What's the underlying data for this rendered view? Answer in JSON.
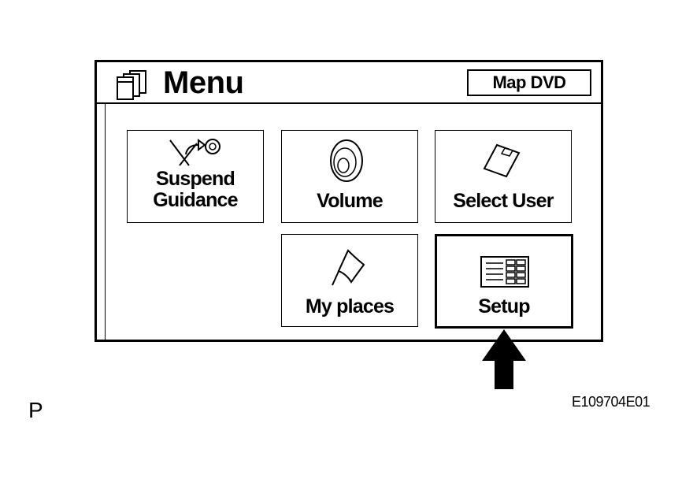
{
  "header": {
    "title": "Menu",
    "title_icon": "menu-pages-icon",
    "map_dvd_label": "Map DVD"
  },
  "tiles": [
    {
      "label_line1": "Suspend",
      "label_line2": "Guidance",
      "icon": "suspend-guidance-icon"
    },
    {
      "label": "Volume",
      "icon": "speaker-icon"
    },
    {
      "label": "Select User",
      "icon": "memory-card-icon"
    },
    {
      "label": "My places",
      "icon": "flag-icon"
    },
    {
      "label": "Setup",
      "icon": "settings-grid-icon",
      "selected": true
    }
  ],
  "annotations": {
    "pointer": "up-arrow-icon",
    "figure_letter": "P",
    "figure_code": "E109704E01"
  }
}
